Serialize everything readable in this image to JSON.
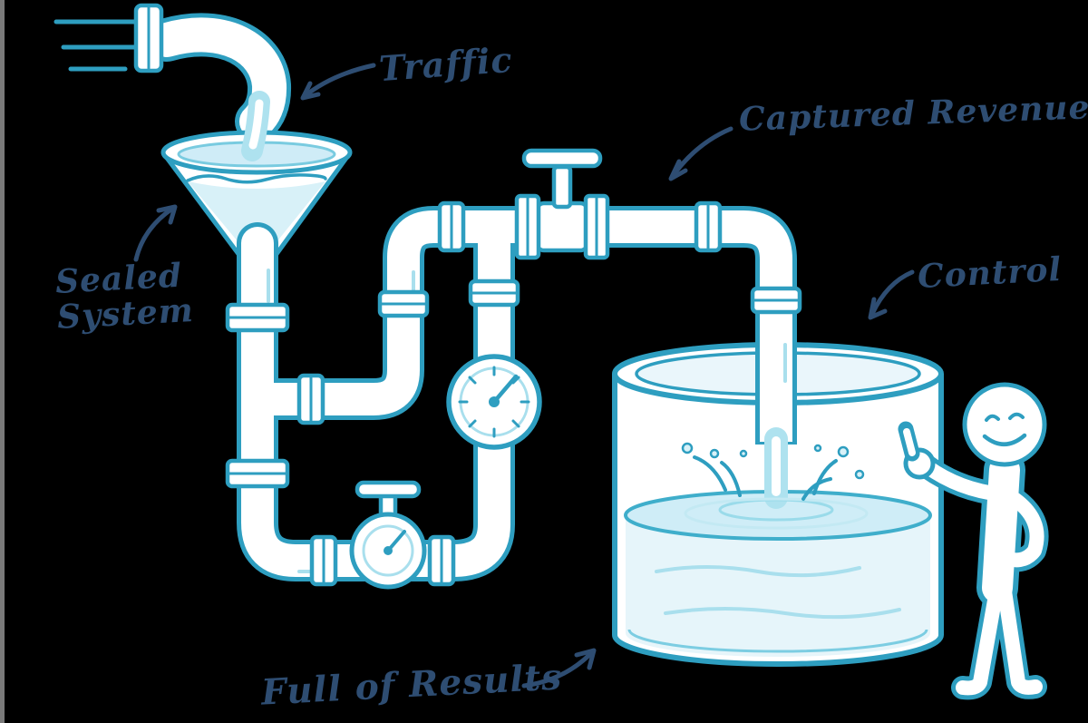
{
  "page": {
    "background": "#000000",
    "edge_bar_color": "#7a7a7a"
  },
  "diagram": {
    "description": "Hand-drawn plumbing illustration: traffic pours into a sealed funnel-and-pipe system with gauges and a valve, filling a bucket of results watched by a happy stick figure",
    "colors": {
      "outline_teal": "#2E9EC0",
      "light_teal": "#A9DFED",
      "water_light": "#D8F1F8",
      "label_navy": "#2E4D72"
    },
    "labels": {
      "traffic": "Traffic",
      "captured_revenue": "Captured Revenue",
      "sealed_system_line1": "Sealed",
      "sealed_system_line2": "System",
      "control": "Control",
      "full_of_results": "Full of Results"
    }
  }
}
